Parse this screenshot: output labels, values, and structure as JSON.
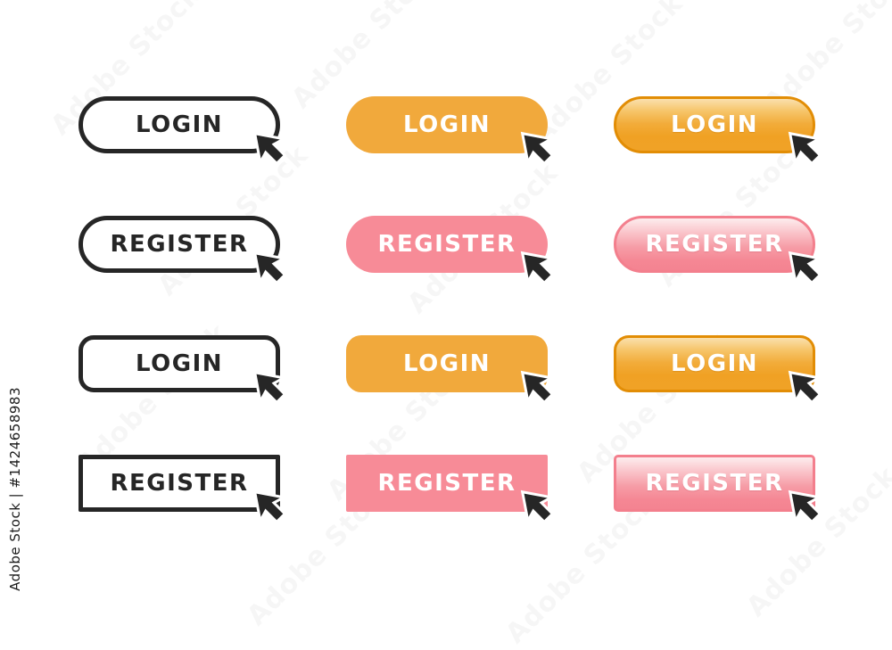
{
  "watermark": {
    "id_text": "Adobe Stock | #1424658983",
    "tile_text": "Adobe Stock"
  },
  "colors": {
    "background": "#ffffff",
    "outline_stroke": "#262626",
    "flat_orange": "#F1A93C",
    "flat_pink": "#F78B97",
    "gloss_orange_border": "#E28D05",
    "gloss_orange_top": "#FAE0AE",
    "gloss_orange_bottom": "#F0A124",
    "gloss_pink_border": "#F37F8D",
    "gloss_pink_top": "#FDEDEE",
    "gloss_pink_bottom": "#F48391",
    "label_on_color": "#ffffff",
    "cursor_fill": "#262626"
  },
  "buttons": [
    {
      "label": "LOGIN",
      "shape": "pill",
      "style": "outline"
    },
    {
      "label": "LOGIN",
      "shape": "pill",
      "style": "flat-orange"
    },
    {
      "label": "LOGIN",
      "shape": "pill",
      "style": "glossy-orange"
    },
    {
      "label": "REGISTER",
      "shape": "pill",
      "style": "outline"
    },
    {
      "label": "REGISTER",
      "shape": "pill",
      "style": "flat-pink"
    },
    {
      "label": "REGISTER",
      "shape": "pill",
      "style": "glossy-pink"
    },
    {
      "label": "LOGIN",
      "shape": "rounded",
      "style": "outline"
    },
    {
      "label": "LOGIN",
      "shape": "rounded",
      "style": "flat-orange"
    },
    {
      "label": "LOGIN",
      "shape": "rounded",
      "style": "glossy-orange"
    },
    {
      "label": "REGISTER",
      "shape": "rectangle",
      "style": "outline"
    },
    {
      "label": "REGISTER",
      "shape": "rectangle",
      "style": "flat-pink"
    },
    {
      "label": "REGISTER",
      "shape": "rectangle",
      "style": "glossy-pink"
    }
  ]
}
